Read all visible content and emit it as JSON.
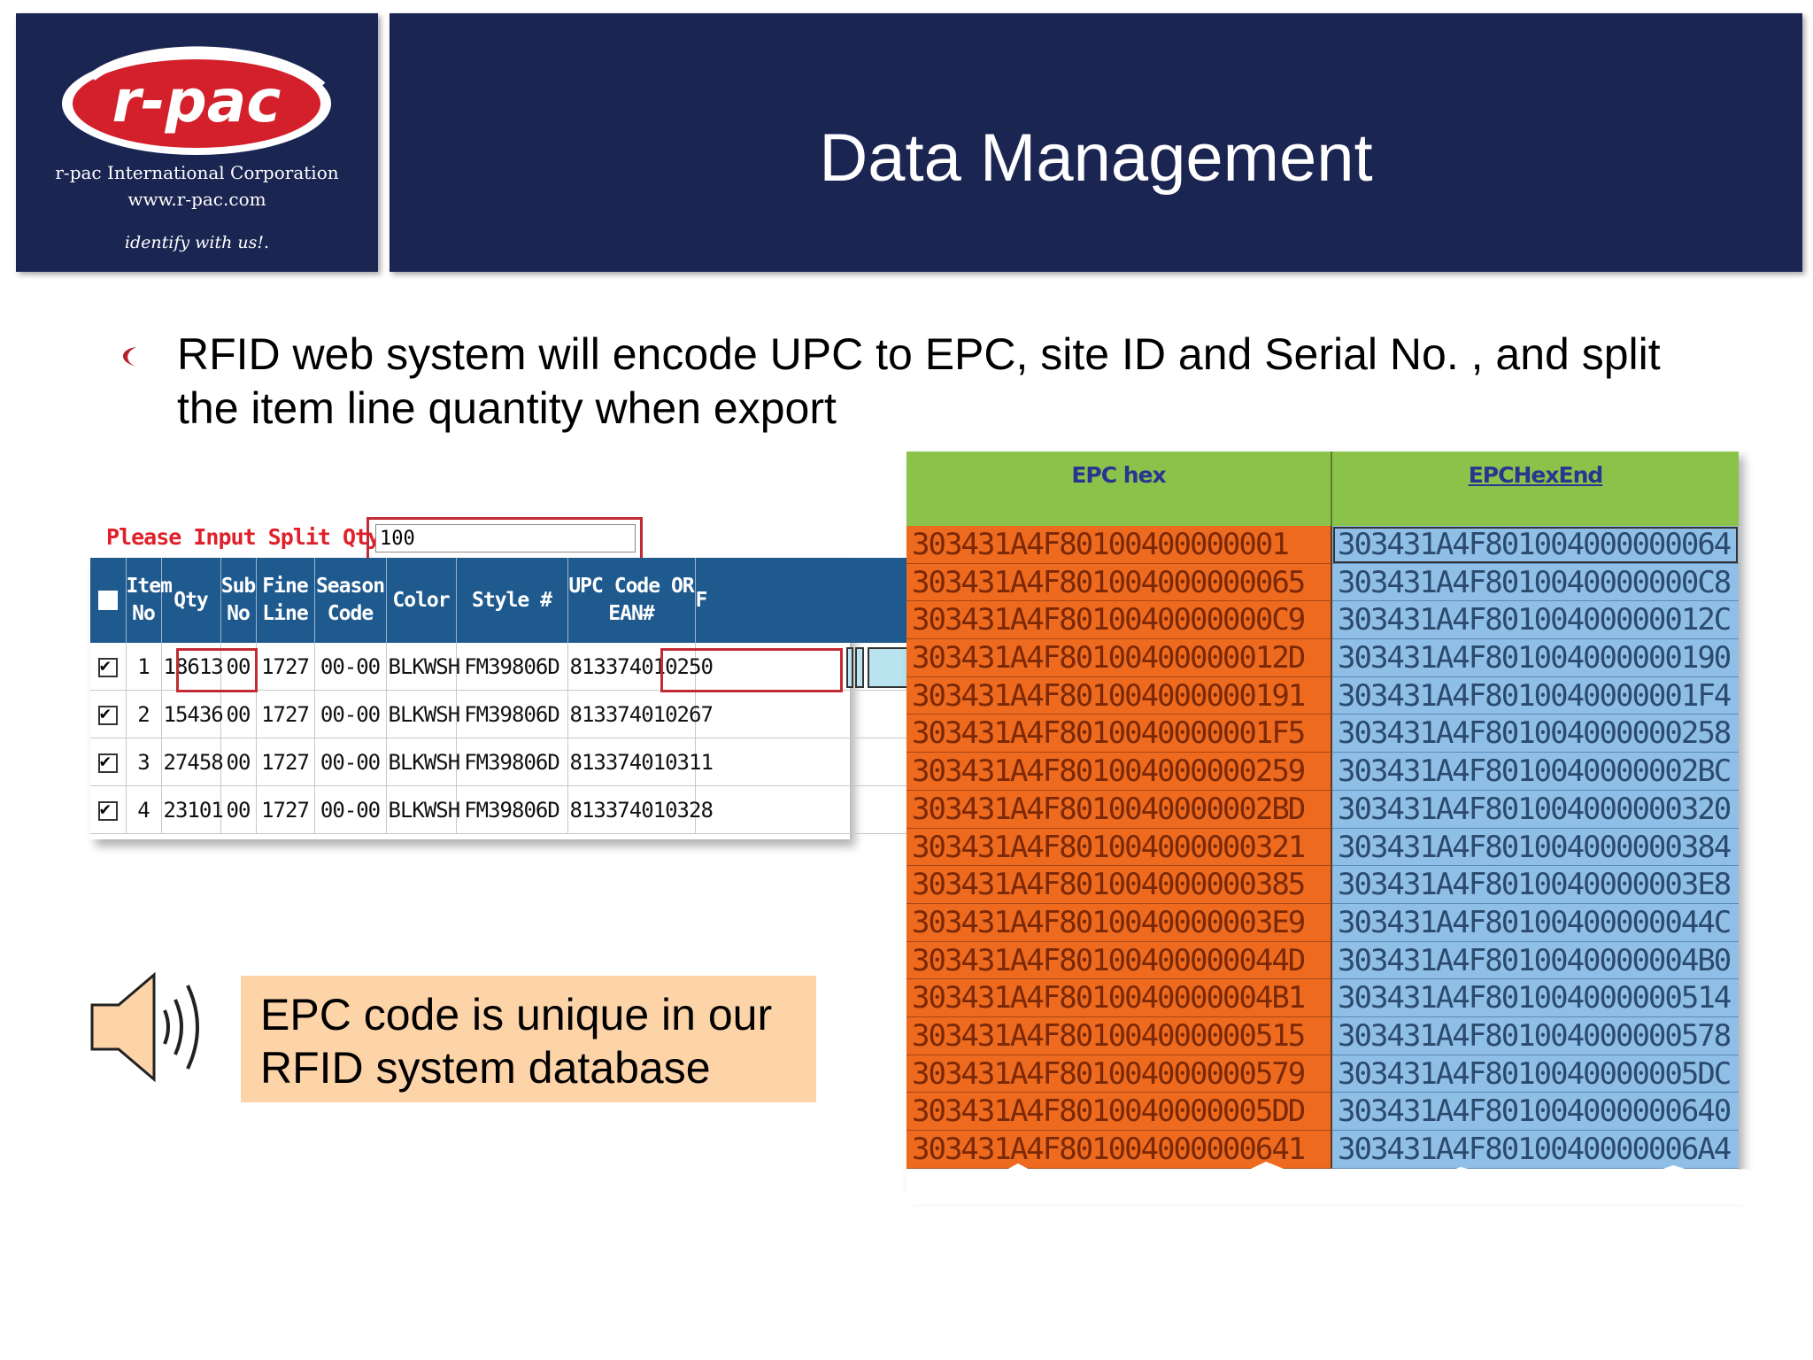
{
  "logo": {
    "brand": "r-pac",
    "corporation": "r-pac International Corporation",
    "website": "www.r-pac.com",
    "tagline": "identify with us!."
  },
  "slide": {
    "title": "Data Management",
    "bullet_text": "RFID web system will encode UPC to EPC, site ID and Serial No. , and split the item line quantity when export"
  },
  "split_form": {
    "label": "Please Input Split Qty",
    "value": "100"
  },
  "grid": {
    "headers": [
      "",
      "Item No",
      "Qty",
      "Sub No",
      "Fine Line",
      "Season Code",
      "Color",
      "Style #",
      "UPC Code OR EAN#",
      "F"
    ],
    "rows": [
      {
        "checked": true,
        "item_no": "1",
        "qty": "18613",
        "sub_no": "00",
        "fine_line": "1727",
        "season": "00-00",
        "color": "BLKWSH",
        "style": "FM39806D",
        "upc": "813374010250"
      },
      {
        "checked": true,
        "item_no": "2",
        "qty": "15436",
        "sub_no": "00",
        "fine_line": "1727",
        "season": "00-00",
        "color": "BLKWSH",
        "style": "FM39806D",
        "upc": "813374010267"
      },
      {
        "checked": true,
        "item_no": "3",
        "qty": "27458",
        "sub_no": "00",
        "fine_line": "1727",
        "season": "00-00",
        "color": "BLKWSH",
        "style": "FM39806D",
        "upc": "813374010311"
      },
      {
        "checked": true,
        "item_no": "4",
        "qty": "23101",
        "sub_no": "00",
        "fine_line": "1727",
        "season": "00-00",
        "color": "BLKWSH",
        "style": "FM39806D",
        "upc": "813374010328"
      }
    ]
  },
  "epc_table": {
    "headers": [
      "EPC hex",
      "EPCHexEnd"
    ],
    "rows": [
      [
        "303431A4F80100400000001",
        "303431A4F801004000000064"
      ],
      [
        "303431A4F801004000000065",
        "303431A4F8010040000000C8"
      ],
      [
        "303431A4F8010040000000C9",
        "303431A4F80100400000012C"
      ],
      [
        "303431A4F80100400000012D",
        "303431A4F801004000000190"
      ],
      [
        "303431A4F801004000000191",
        "303431A4F8010040000001F4"
      ],
      [
        "303431A4F8010040000001F5",
        "303431A4F801004000000258"
      ],
      [
        "303431A4F801004000000259",
        "303431A4F8010040000002BC"
      ],
      [
        "303431A4F8010040000002BD",
        "303431A4F801004000000320"
      ],
      [
        "303431A4F801004000000321",
        "303431A4F801004000000384"
      ],
      [
        "303431A4F801004000000385",
        "303431A4F8010040000003E8"
      ],
      [
        "303431A4F8010040000003E9",
        "303431A4F80100400000044C"
      ],
      [
        "303431A4F80100400000044D",
        "303431A4F8010040000004B0"
      ],
      [
        "303431A4F8010040000004B1",
        "303431A4F801004000000514"
      ],
      [
        "303431A4F801004000000515",
        "303431A4F801004000000578"
      ],
      [
        "303431A4F801004000000579",
        "303431A4F8010040000005DC"
      ],
      [
        "303431A4F8010040000005DD",
        "303431A4F801004000000640"
      ],
      [
        "303431A4F801004000000641",
        "303431A4F8010040000006A4"
      ]
    ]
  },
  "note": {
    "text_line1": "EPC code is unique in our",
    "text_line2": "RFID system database"
  },
  "colors": {
    "header_navy": "#1b2552",
    "epc_orange": "#ee6a1e",
    "epc_blue": "#8fbfe6",
    "epc_header_green": "#8bc34a",
    "note_bg": "#fdd3a8",
    "split_label_red": "#e0202a"
  }
}
